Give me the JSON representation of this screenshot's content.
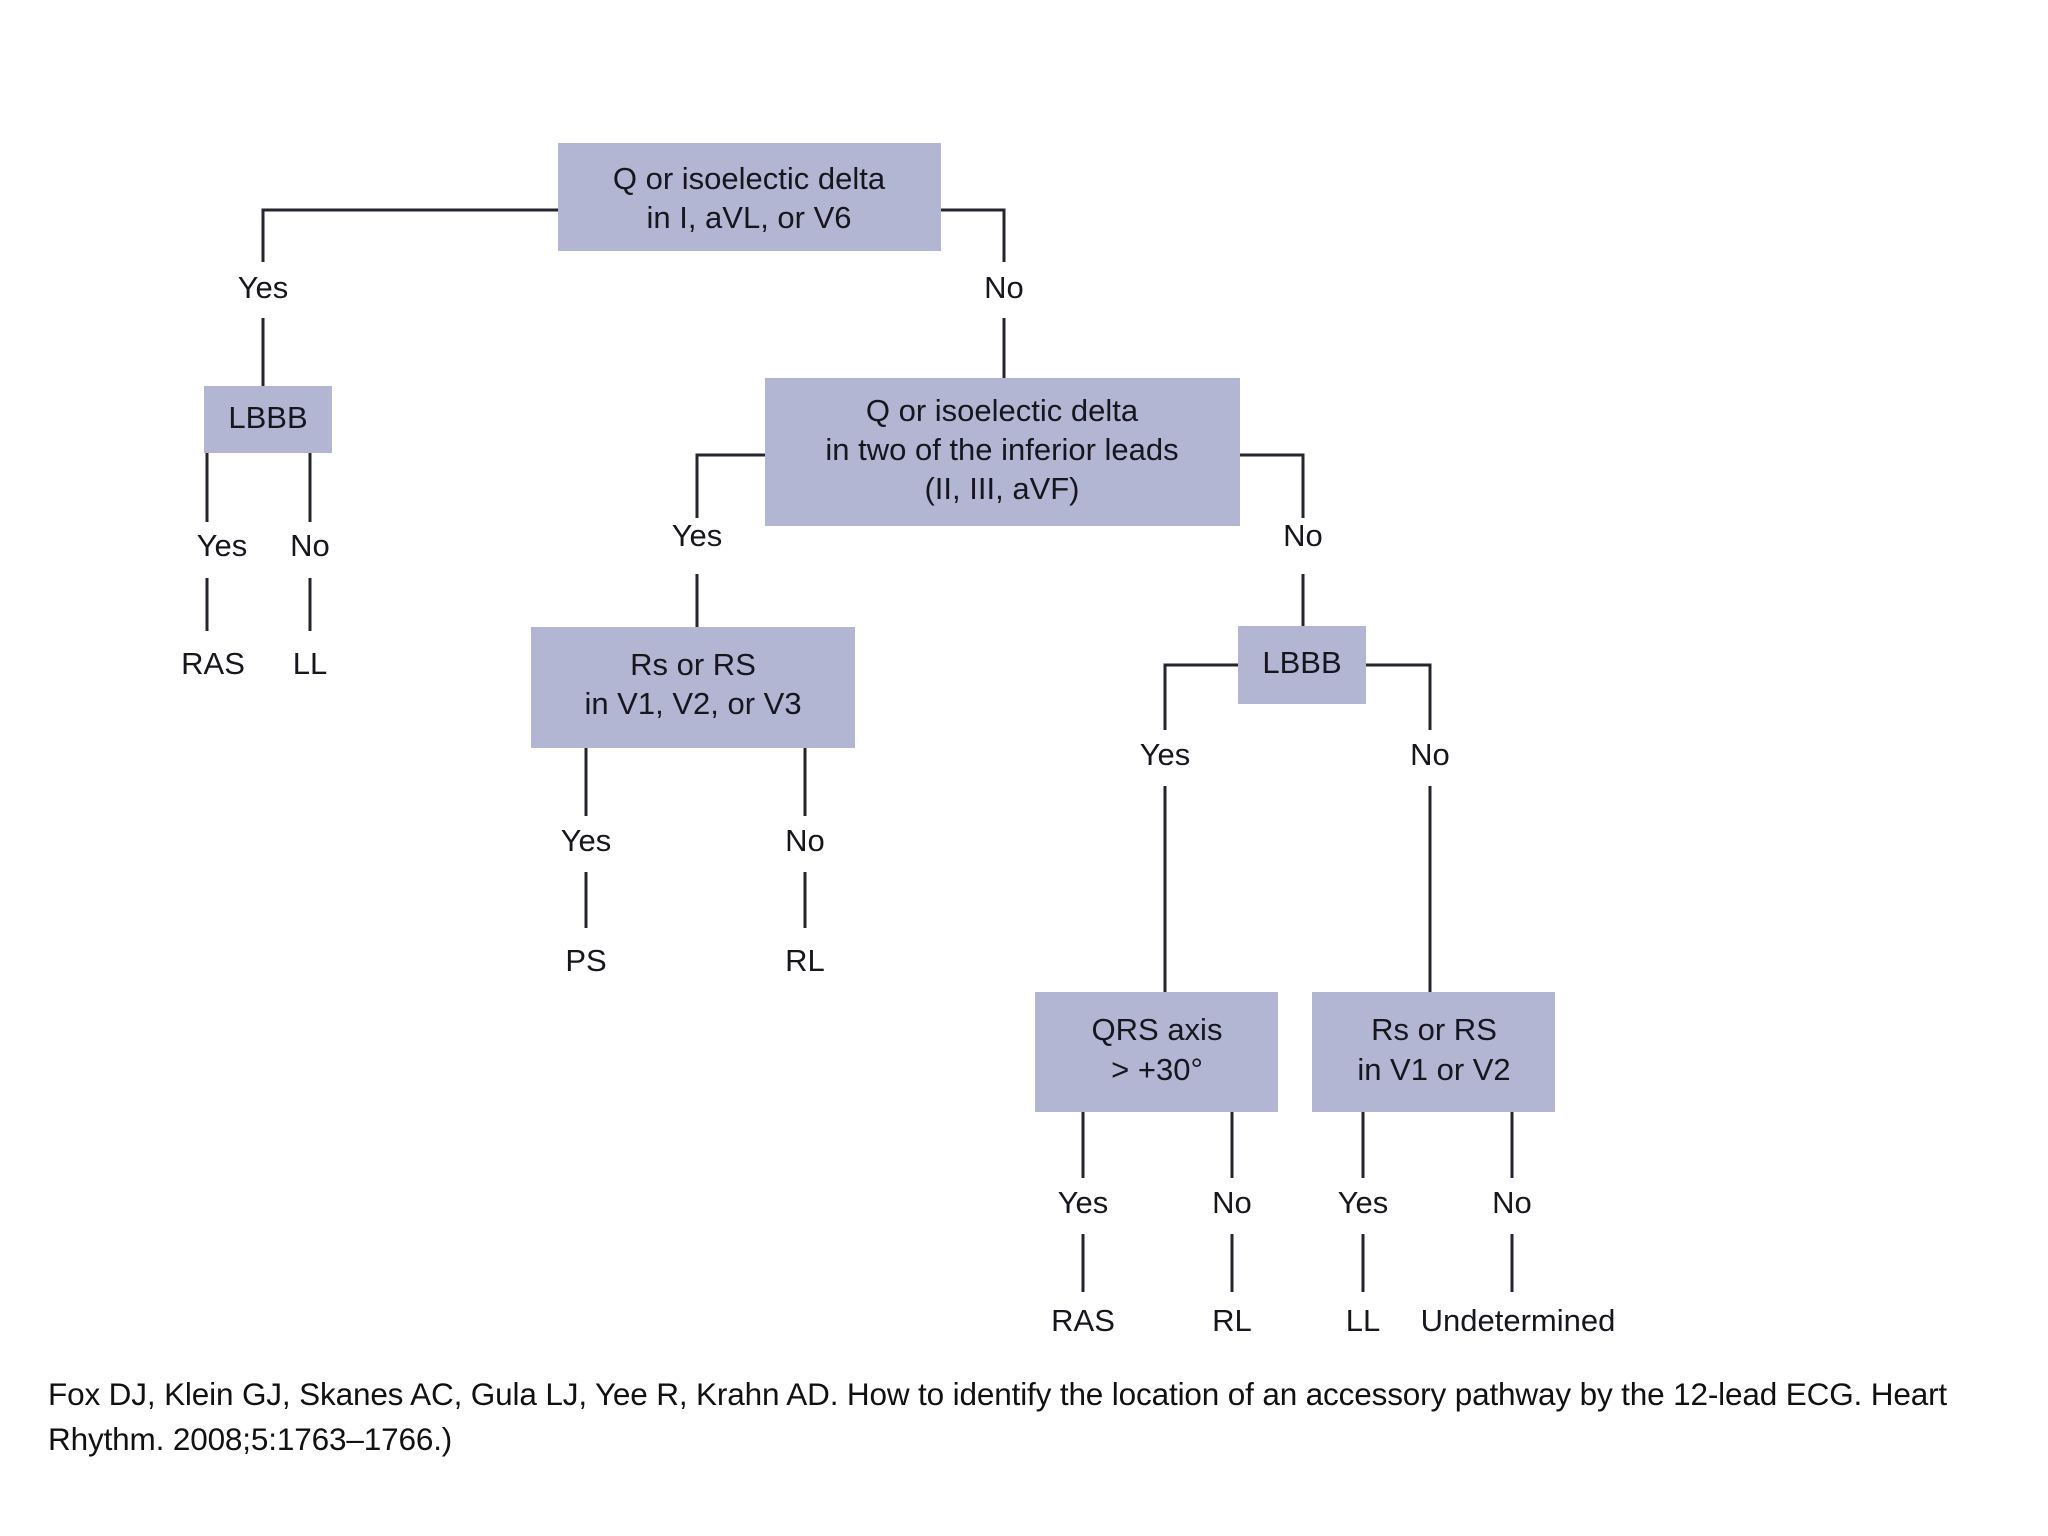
{
  "figure": {
    "title": "Accessory pathway localization algorithm",
    "box_fill_color": "#b2b6d2",
    "line_color": "#25252f",
    "background_color": "#ffffff"
  },
  "nodes": {
    "root": {
      "line1": "Q or isoelectic delta",
      "line2": "in I, aVL, or V6"
    },
    "lbbb_left": {
      "line1": "LBBB"
    },
    "inferior": {
      "line1": "Q or isoelectic delta",
      "line2": "in two of the inferior leads",
      "line3": "(II, III, aVF)"
    },
    "rs_v123": {
      "line1": "Rs or RS",
      "line2": "in V1, V2, or V3"
    },
    "lbbb_right": {
      "line1": "LBBB"
    },
    "qrs_axis": {
      "line1": "QRS axis",
      "line2": "> +30°"
    },
    "rs_v12": {
      "line1": "Rs or RS",
      "line2": "in V1 or V2"
    }
  },
  "branch_labels": {
    "root_yes": "Yes",
    "root_no": "No",
    "lbbb_left_yes": "Yes",
    "lbbb_left_no": "No",
    "inferior_yes": "Yes",
    "inferior_no": "No",
    "rs_v123_yes": "Yes",
    "rs_v123_no": "No",
    "lbbb_right_yes": "Yes",
    "lbbb_right_no": "No",
    "qrs_axis_yes": "Yes",
    "qrs_axis_no": "No",
    "rs_v12_yes": "Yes",
    "rs_v12_no": "No"
  },
  "leaf_labels": {
    "lbbb_left_yes_out": "RAS",
    "lbbb_left_no_out": "LL",
    "rs_v123_yes_out": "PS",
    "rs_v123_no_out": "RL",
    "qrs_axis_yes_out": "RAS",
    "qrs_axis_no_out": "RL",
    "rs_v12_yes_out": "LL",
    "rs_v12_no_out": "Undetermined"
  },
  "caption": {
    "text": "Fox DJ, Klein GJ, Skanes AC, Gula LJ, Yee R, Krahn AD. How to identify the location of an accessory pathway by the 12-lead ECG. Heart Rhythm. 2008;5:1763–1766.)"
  },
  "chart_data": {
    "type": "table",
    "title": "Decision tree: ECG-based accessory pathway localization",
    "decision_tree": [
      {
        "id": "root",
        "question": "Q or isoelectic delta in I, aVL, or V6",
        "yes": "lbbb_left",
        "no": "inferior"
      },
      {
        "id": "lbbb_left",
        "question": "LBBB",
        "yes": "RAS",
        "no": "LL"
      },
      {
        "id": "inferior",
        "question": "Q or isoelectic delta in two of the inferior leads (II, III, aVF)",
        "yes": "rs_v123",
        "no": "lbbb_right"
      },
      {
        "id": "rs_v123",
        "question": "Rs or RS in V1, V2, or V3",
        "yes": "PS",
        "no": "RL"
      },
      {
        "id": "lbbb_right",
        "question": "LBBB",
        "yes": "qrs_axis",
        "no": "rs_v12"
      },
      {
        "id": "qrs_axis",
        "question": "QRS axis > +30°",
        "yes": "RAS",
        "no": "RL"
      },
      {
        "id": "rs_v12",
        "question": "Rs or RS in V1 or V2",
        "yes": "LL",
        "no": "Undetermined"
      }
    ],
    "outcomes": [
      "RAS",
      "LL",
      "PS",
      "RL",
      "RAS",
      "RL",
      "LL",
      "Undetermined"
    ]
  }
}
